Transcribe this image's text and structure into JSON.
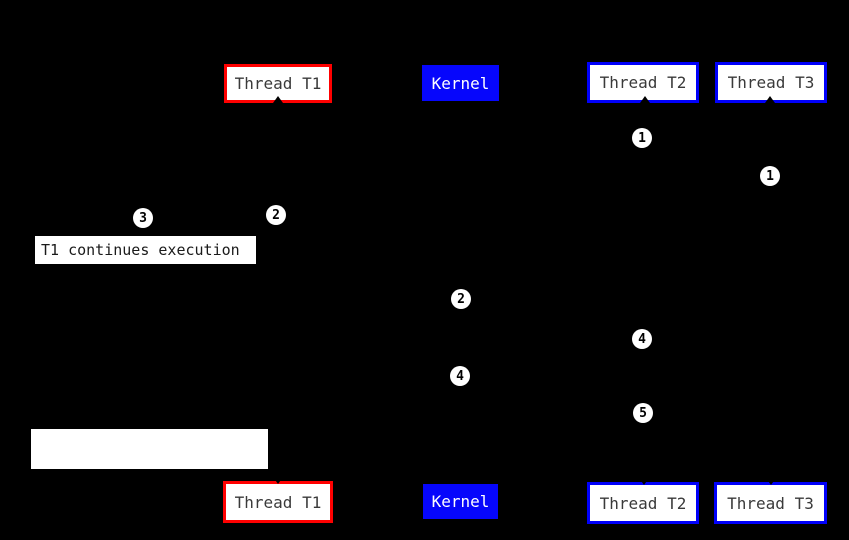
{
  "top_row": [
    {
      "label": "Thread T1"
    },
    {
      "label": "Kernel"
    },
    {
      "label": "Thread T2"
    },
    {
      "label": "Thread T3"
    }
  ],
  "bottom_row": [
    {
      "label": "Thread T1"
    },
    {
      "label": "Kernel"
    },
    {
      "label": "Thread T2"
    },
    {
      "label": "Thread T3"
    }
  ],
  "markers": [
    {
      "label": "1"
    },
    {
      "label": "1"
    },
    {
      "label": "3"
    },
    {
      "label": "2"
    },
    {
      "label": "2"
    },
    {
      "label": "4"
    },
    {
      "label": "4"
    },
    {
      "label": "5"
    }
  ],
  "annotations": {
    "t1_continues": "T1 continues execution"
  },
  "colors": {
    "background": "#000000",
    "t1_box_border": "#ff0000",
    "thread_box_border": "#0000fa",
    "kernel_fill": "#0606fc",
    "box_fill": "#ffffff",
    "thread_text": "#3a3a3a",
    "kernel_text": "#ffffff",
    "marker_fill": "#ffffff",
    "marker_text": "#000000"
  }
}
